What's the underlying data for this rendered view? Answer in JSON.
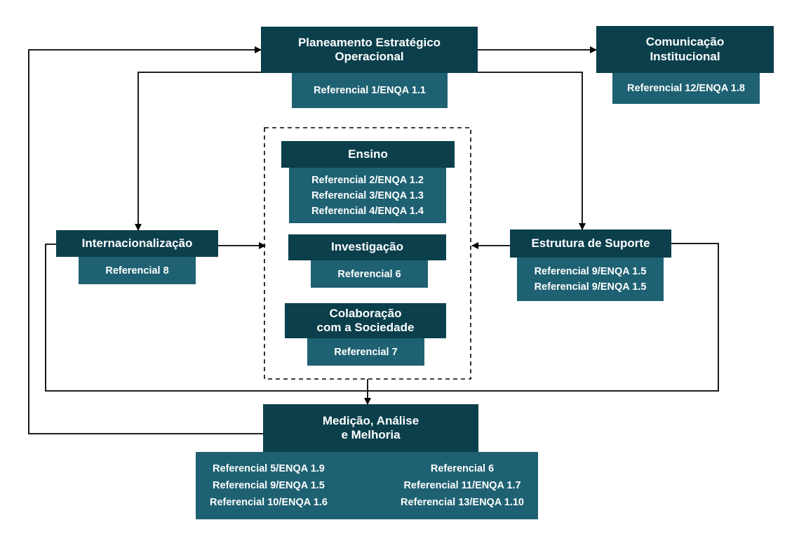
{
  "planeamento": {
    "title_line1": "Planeamento Estratégico",
    "title_line2": "Operacional",
    "refs": [
      "Referencial 1/ENQA 1.1"
    ]
  },
  "comunicacao": {
    "title_line1": "Comunicação",
    "title_line2": "Institucional",
    "refs": [
      "Referencial 12/ENQA 1.8"
    ]
  },
  "ensino": {
    "title": "Ensino",
    "refs": [
      "Referencial 2/ENQA 1.2",
      "Referencial 3/ENQA 1.3",
      "Referencial 4/ENQA 1.4"
    ]
  },
  "investigacao": {
    "title": "Investigação",
    "refs": [
      "Referencial 6"
    ]
  },
  "colaboracao": {
    "title_line1": "Colaboração",
    "title_line2": "com a Sociedade",
    "refs": [
      "Referencial 7"
    ]
  },
  "internacionalizacao": {
    "title": "Internacionalização",
    "refs": [
      "Referencial 8"
    ]
  },
  "estrutura": {
    "title": "Estrutura de Suporte",
    "refs": [
      "Referencial 9/ENQA 1.5",
      "Referencial 9/ENQA 1.5"
    ]
  },
  "medicao": {
    "title_line1": "Medição, Análise",
    "title_line2": "e Melhoria",
    "refs_left": [
      "Referencial 5/ENQA 1.9",
      "Referencial 9/ENQA 1.5",
      "Referencial 10/ENQA 1.6"
    ],
    "refs_right": [
      "Referencial 6",
      "Referencial 11/ENQA 1.7",
      "Referencial 13/ENQA 1.10"
    ]
  },
  "colors": {
    "dark_box": "#0b3f4c",
    "light_box": "#1e6172",
    "line": "#000000"
  }
}
